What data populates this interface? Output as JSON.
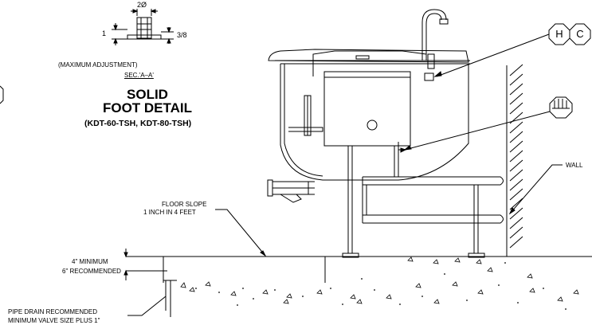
{
  "detail": {
    "dim_top": "2Ø",
    "dim_left": "1",
    "dim_right": "3/8",
    "max_adjustment": "(MAXIMUM ADJUSTMENT)",
    "section_ref": "SEC.'A–A'",
    "title_line1": "SOLID",
    "title_line2": "FOOT DETAIL",
    "models": "(KDT-60-TSH, KDT-80-TSH)"
  },
  "elevation": {
    "callout_hot": "H",
    "callout_cold": "C",
    "wall_label": "WALL",
    "floor_slope_line1": "FLOOR SLOPE",
    "floor_slope_line2": "1 INCH IN 4 FEET",
    "slab_min": "4\" MINIMUM",
    "slab_recommended": "6\" RECOMMENDED",
    "drain_line1": "PIPE DRAIN RECOMMENDED",
    "drain_line2": "MINIMUM VALVE SIZE PLUS 1\""
  }
}
